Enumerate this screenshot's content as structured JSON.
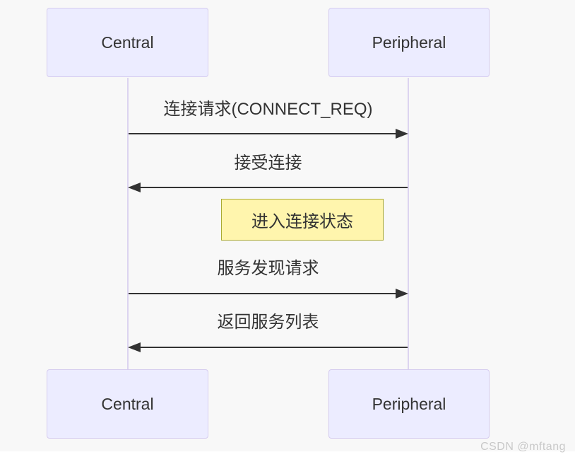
{
  "diagram": {
    "actors": [
      {
        "label": "Central"
      },
      {
        "label": "Peripheral"
      }
    ],
    "messages": [
      {
        "text": "连接请求(CONNECT_REQ)",
        "direction": "right"
      },
      {
        "text": "接受连接",
        "direction": "left"
      },
      {
        "text": "服务发现请求",
        "direction": "right"
      },
      {
        "text": "返回服务列表",
        "direction": "left"
      }
    ],
    "note": {
      "text": "进入连接状态"
    }
  },
  "watermark": {
    "text": "CSDN @mftang"
  },
  "theme": {
    "bg": "#f8f8f8",
    "actor_fill": "#ececff",
    "actor_border": "#d5ccef",
    "lifeline": "#dcd4f0",
    "ink": "#333333",
    "note_fill": "#fff5ad",
    "note_border": "#aaaa33",
    "watermark_color": "#c9c9c9"
  }
}
